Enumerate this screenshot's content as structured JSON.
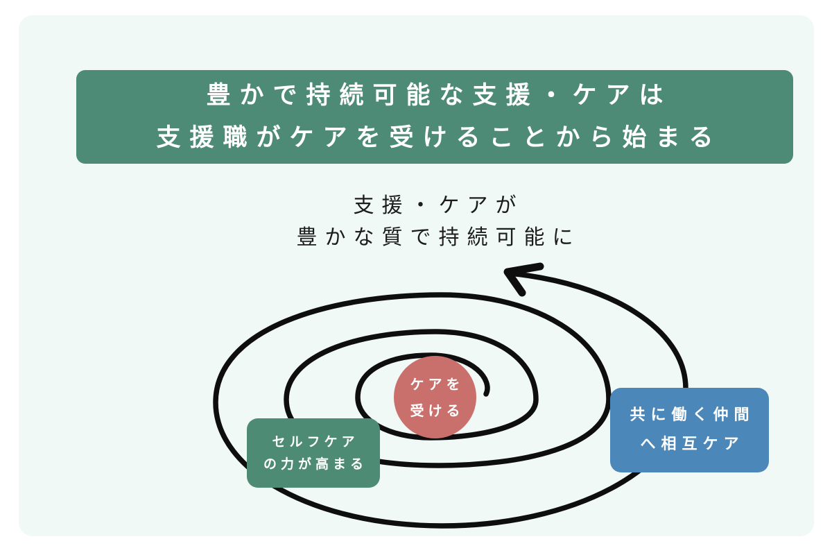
{
  "colors": {
    "page_bg": "#ffffff",
    "panel_bg": "#f0f9f5",
    "banner_bg": "#4d8b77",
    "self_care_box_bg": "#4d8b74",
    "mutual_care_box_bg": "#4c87b9",
    "receive_care_circle_bg": "#c9706c",
    "ink": "#0e0e0e",
    "label_text": "#ffffff"
  },
  "banner": {
    "line1": "豊かで持続可能な支援・ケアは",
    "line2": "支援職がケアを受けることから始まる"
  },
  "caption": {
    "line1": "支援・ケアが",
    "line2": "豊かな質で持続可能に"
  },
  "labels": {
    "center": {
      "line1": "ケアを",
      "line2": "受ける"
    },
    "left": {
      "line1": "セルフケア",
      "line2": "の力が高まる"
    },
    "right": {
      "line1": "共に働く仲間",
      "line2": "へ相互ケア"
    }
  },
  "icons": {
    "spiral": "outward-spiral",
    "arrow": "curved-arrow-up-left"
  }
}
